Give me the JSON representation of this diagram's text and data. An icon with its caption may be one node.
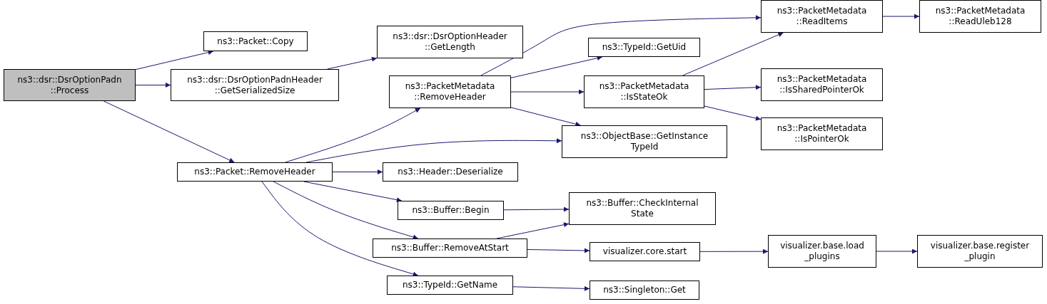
{
  "diagram": {
    "nodes": [
      {
        "text": [
          "ns3::dsr::DsrOptionPadn ::Process"
        ]
      },
      {
        "text": [
          "ns3::Packet::Copy"
        ]
      },
      {
        "text": [
          "ns3::dsr::DsrOptionPadnHeader ::GetSerializedSize"
        ]
      },
      {
        "text": [
          "ns3::Packet::RemoveHeader"
        ]
      },
      {
        "text": [
          "ns3::dsr::DsrOptionHeader ::GetLength"
        ]
      },
      {
        "text": [
          "ns3::PacketMetadata ::RemoveHeader"
        ]
      },
      {
        "text": [
          "ns3::Header::Deserialize"
        ]
      },
      {
        "text": [
          "ns3::Buffer::Begin"
        ]
      },
      {
        "text": [
          "ns3::Buffer::RemoveAtStart"
        ]
      },
      {
        "text": [
          "ns3::TypeId::GetName"
        ]
      },
      {
        "text": [
          "ns3::PacketMetadata ::ReadItems"
        ]
      },
      {
        "text": [
          "ns3::TypeId::GetUid"
        ]
      },
      {
        "text": [
          "ns3::PacketMetadata ::IsStateOk"
        ]
      },
      {
        "text": [
          "ns3::ObjectBase::GetInstance TypeId"
        ]
      },
      {
        "text": [
          "ns3::Buffer::CheckInternal State"
        ]
      },
      {
        "text": [
          "visualizer.core.start"
        ]
      },
      {
        "text": [
          "ns3::Singleton::Get"
        ]
      },
      {
        "text": [
          "ns3::PacketMetadata ::ReadUleb128"
        ]
      },
      {
        "text": [
          "ns3::PacketMetadata ::IsSharedPointerOk"
        ]
      },
      {
        "text": [
          "ns3::PacketMetadata ::IsPointerOk"
        ]
      },
      {
        "text": [
          "visualizer.base.load _plugins"
        ]
      },
      {
        "text": [
          "visualizer.base.register _plugin"
        ]
      }
    ],
    "edges": [
      {
        "from": 0,
        "to": 1,
        "arrow": "to"
      },
      {
        "from": 0,
        "to": 2,
        "arrow": "to"
      },
      {
        "from": 0,
        "to": 3,
        "arrow": "to"
      },
      {
        "from": 2,
        "to": 4,
        "arrow": "to"
      },
      {
        "from": 3,
        "to": 5,
        "arrow": "to"
      },
      {
        "from": 3,
        "to": 13,
        "arrow": "to"
      },
      {
        "from": 3,
        "to": 6,
        "arrow": "to"
      },
      {
        "from": 3,
        "to": 7,
        "arrow": "to"
      },
      {
        "from": 3,
        "to": 8,
        "arrow": "to"
      },
      {
        "from": 3,
        "to": 9,
        "arrow": "to"
      },
      {
        "from": 5,
        "to": 10,
        "arrow": "to"
      },
      {
        "from": 5,
        "to": 11,
        "arrow": "to"
      },
      {
        "from": 5,
        "to": 12,
        "arrow": "to"
      },
      {
        "from": 5,
        "to": 13,
        "arrow": "to"
      },
      {
        "from": 12,
        "to": 10,
        "arrow": "to"
      },
      {
        "from": 12,
        "to": 18,
        "arrow": "to"
      },
      {
        "from": 12,
        "to": 19,
        "arrow": "to"
      },
      {
        "from": 10,
        "to": 17,
        "arrow": "to"
      },
      {
        "from": 7,
        "to": 14,
        "arrow": "to"
      },
      {
        "from": 8,
        "to": 14,
        "arrow": "to"
      },
      {
        "from": 8,
        "to": 15,
        "arrow": "to"
      },
      {
        "from": 15,
        "to": 20,
        "arrow": "to"
      },
      {
        "from": 20,
        "to": 21,
        "arrow": "to"
      },
      {
        "from": 9,
        "to": 16,
        "arrow": "to"
      }
    ]
  }
}
